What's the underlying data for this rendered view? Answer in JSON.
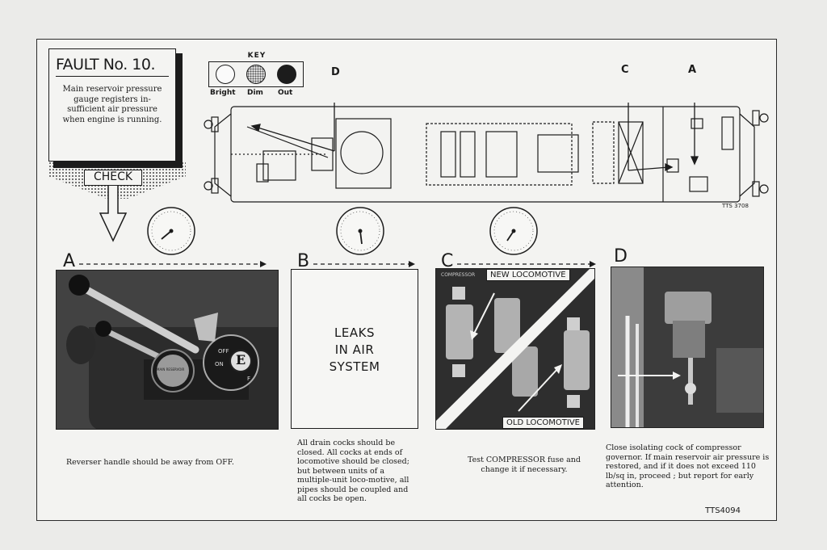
{
  "fault": {
    "title": "FAULT No. 10.",
    "description": "Main reservoir pressure gauge registers in-sufficient air pressure when engine is running.",
    "check_label": "CHECK"
  },
  "key": {
    "title": "KEY",
    "labels": [
      "Bright",
      "Dim",
      "Out"
    ]
  },
  "diagram": {
    "markers": [
      "D",
      "C",
      "A"
    ],
    "ref": "TTS 3708"
  },
  "panels": [
    {
      "letter": "A",
      "caption": "Reverser handle should be away from OFF."
    },
    {
      "letter": "B",
      "box_text": "LEAKS\nIN AIR\nSYSTEM",
      "caption": "All drain cocks should be closed. All cocks at ends of locomotive should be closed; but between units of a multiple-unit loco-motive, all pipes should be coupled and all cocks be open."
    },
    {
      "letter": "C",
      "callouts": [
        "NEW LOCOMOTIVE",
        "OLD LOCOMOTIVE"
      ],
      "caption": "Test COMPRESSOR fuse and change it if necessary."
    },
    {
      "letter": "D",
      "caption": "Close isolating cock of compressor governor. If main reservoir air pressure is restored, and if it does not exceed 110 lb/sq in, proceed ; but report for early attention."
    }
  ],
  "photo_labels": {
    "reverser_plate": "E",
    "reverser_positions": [
      "OFF",
      "ON",
      "F"
    ],
    "gauge_text": "MAIN RESERVOIR",
    "fuse_label": "COMPRESSOR"
  },
  "footer_ref": "TTS4094",
  "colors": {
    "ink": "#1c1c1c",
    "paper": "#f3f3f1"
  }
}
